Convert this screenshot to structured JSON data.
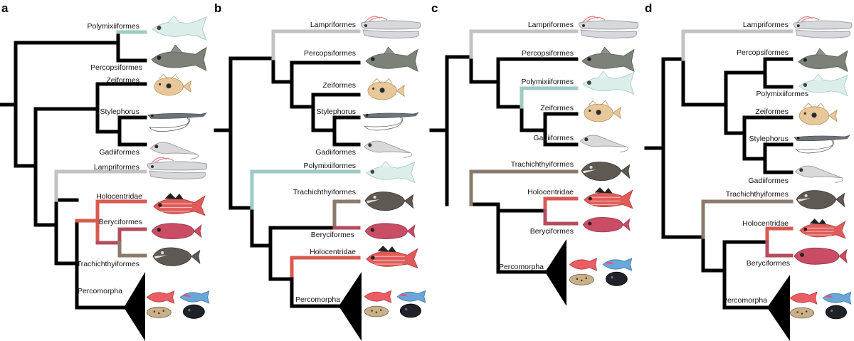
{
  "colors": {
    "default": "#000000",
    "Polymixiiformes": "#9ccbc4",
    "Lampriformes": "#c3c1c6",
    "Holocentridae": "#d95a51",
    "Beryciformes": "#b44c5f",
    "Trachichthyiformes": "#8a7a6c"
  },
  "fish_icons": {
    "Polymixiiformes": "beardfish-illustration",
    "Percopsiformes": "troutperch-illustration",
    "Zeiformes": "dory-illustration",
    "Stylephorus": "tube-eye-illustration",
    "Gadiiformes": "grenadier-illustration",
    "Lampriformes": "oarfish-illustration",
    "Holocentridae": "squirrelfish-illustration",
    "Beryciformes": "alfonsino-illustration",
    "Trachichthyiformes": "fangtooth-illustration",
    "Percomorpha": "percomorph-group-illustration"
  },
  "panels": [
    {
      "letter": "a",
      "taxa": [
        {
          "key": "Polymixiiformes",
          "label": "Polymixiiformes"
        },
        {
          "key": "Percopsiformes",
          "label": "Percopsiformes"
        },
        {
          "key": "Zeiformes",
          "label": "Zeiformes"
        },
        {
          "key": "Stylephorus",
          "label": "Stylephorus"
        },
        {
          "key": "Gadiiformes",
          "label": "Gadiiformes"
        },
        {
          "key": "Lampriformes",
          "label": "Lampriformes"
        },
        {
          "key": "Holocentridae",
          "label": "Holocentridae"
        },
        {
          "key": "Beryciformes",
          "label": "Beryciformes"
        },
        {
          "key": "Trachichthyiformes",
          "label": "Trachichthyiformes"
        },
        {
          "key": "Percomorpha",
          "label": "Percomorpha"
        }
      ]
    },
    {
      "letter": "b",
      "taxa": [
        {
          "key": "Lampriformes",
          "label": "Lampriformes"
        },
        {
          "key": "Percopsiformes",
          "label": "Percopsiformes"
        },
        {
          "key": "Zeiformes",
          "label": "Zeiformes"
        },
        {
          "key": "Stylephorus",
          "label": "Stylephorus"
        },
        {
          "key": "Gadiiformes",
          "label": "Gadiiformes"
        },
        {
          "key": "Polymixiiformes",
          "label": "Polymixiiformes"
        },
        {
          "key": "Trachichthyiformes",
          "label": "Trachichthyiformes"
        },
        {
          "key": "Beryciformes",
          "label": "Beryciformes"
        },
        {
          "key": "Holocentridae",
          "label": "Holocentridae"
        },
        {
          "key": "Percomorpha",
          "label": "Percomorpha"
        }
      ]
    },
    {
      "letter": "c",
      "taxa": [
        {
          "key": "Lampriformes",
          "label": "Lampriformes"
        },
        {
          "key": "Percopsiformes",
          "label": "Percopsiformes"
        },
        {
          "key": "Polymixiiformes",
          "label": "Polymixiiformes"
        },
        {
          "key": "Zeiformes",
          "label": "Zeiformes"
        },
        {
          "key": "Gadiiformes",
          "label": "Gadiiformes"
        },
        {
          "key": "Trachichthyiformes",
          "label": "Trachichthyiformes"
        },
        {
          "key": "Holocentridae",
          "label": "Holocentridae"
        },
        {
          "key": "Beryciformes",
          "label": "Beryciformes"
        },
        {
          "key": "Percomorpha",
          "label": "Percomorpha"
        }
      ]
    },
    {
      "letter": "d",
      "taxa": [
        {
          "key": "Lampriformes",
          "label": "Lampriformes"
        },
        {
          "key": "Percopsiformes",
          "label": "Percopsiformes"
        },
        {
          "key": "Polymixiiformes",
          "label": "Polymixiiformes"
        },
        {
          "key": "Zeiformes",
          "label": "Zeiformes"
        },
        {
          "key": "Stylephorus",
          "label": "Stylephorus"
        },
        {
          "key": "Gadiiformes",
          "label": "Gadiiformes"
        },
        {
          "key": "Trachichthyiformes",
          "label": "Trachichthyiformes"
        },
        {
          "key": "Holocentridae",
          "label": "Holocentridae"
        },
        {
          "key": "Beryciformes",
          "label": "Beryciformes"
        },
        {
          "key": "Percomorpha",
          "label": "Percomorpha"
        }
      ]
    }
  ]
}
